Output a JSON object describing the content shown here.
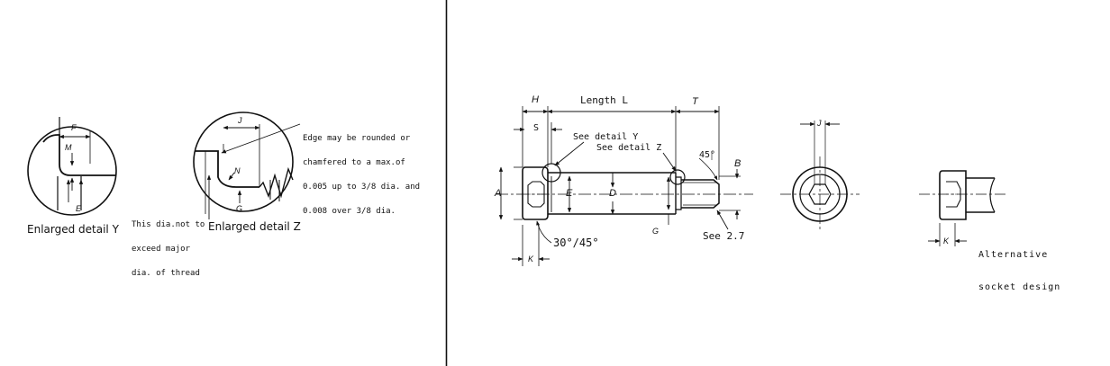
{
  "left_panel": {
    "detail_y_caption": "Enlarged detail Y",
    "detail_z_caption": "Enlarged detail Z",
    "dia_note": [
      "This dia.not to",
      "exceed major",
      "dia. of thread"
    ],
    "edge_note": [
      "Edge may be rounded or",
      "chamfered to a max.of",
      "0.005 up to 3/8 dia. and",
      "0.008 over 3/8 dia."
    ],
    "letters": {
      "F": "F",
      "M": "M",
      "E": "E",
      "J": "J",
      "N": "N",
      "G": "G"
    }
  },
  "right_panel": {
    "dim_h": "H",
    "dim_length": "Length L",
    "dim_t": "T",
    "dim_s": "S",
    "see_detail_y": "See detail Y",
    "see_detail_z": "See detail Z",
    "angle_45": "45°",
    "dim_b": "B",
    "dim_a": "A",
    "dim_e": "E",
    "dim_d": "D",
    "dim_g": "G",
    "see_27": "See 2.7",
    "angle_30_45": "30°/45°",
    "dim_k": "K",
    "dim_j": "J",
    "alt_socket": [
      "Alternative",
      "socket design"
    ],
    "dim_k2": "K"
  }
}
